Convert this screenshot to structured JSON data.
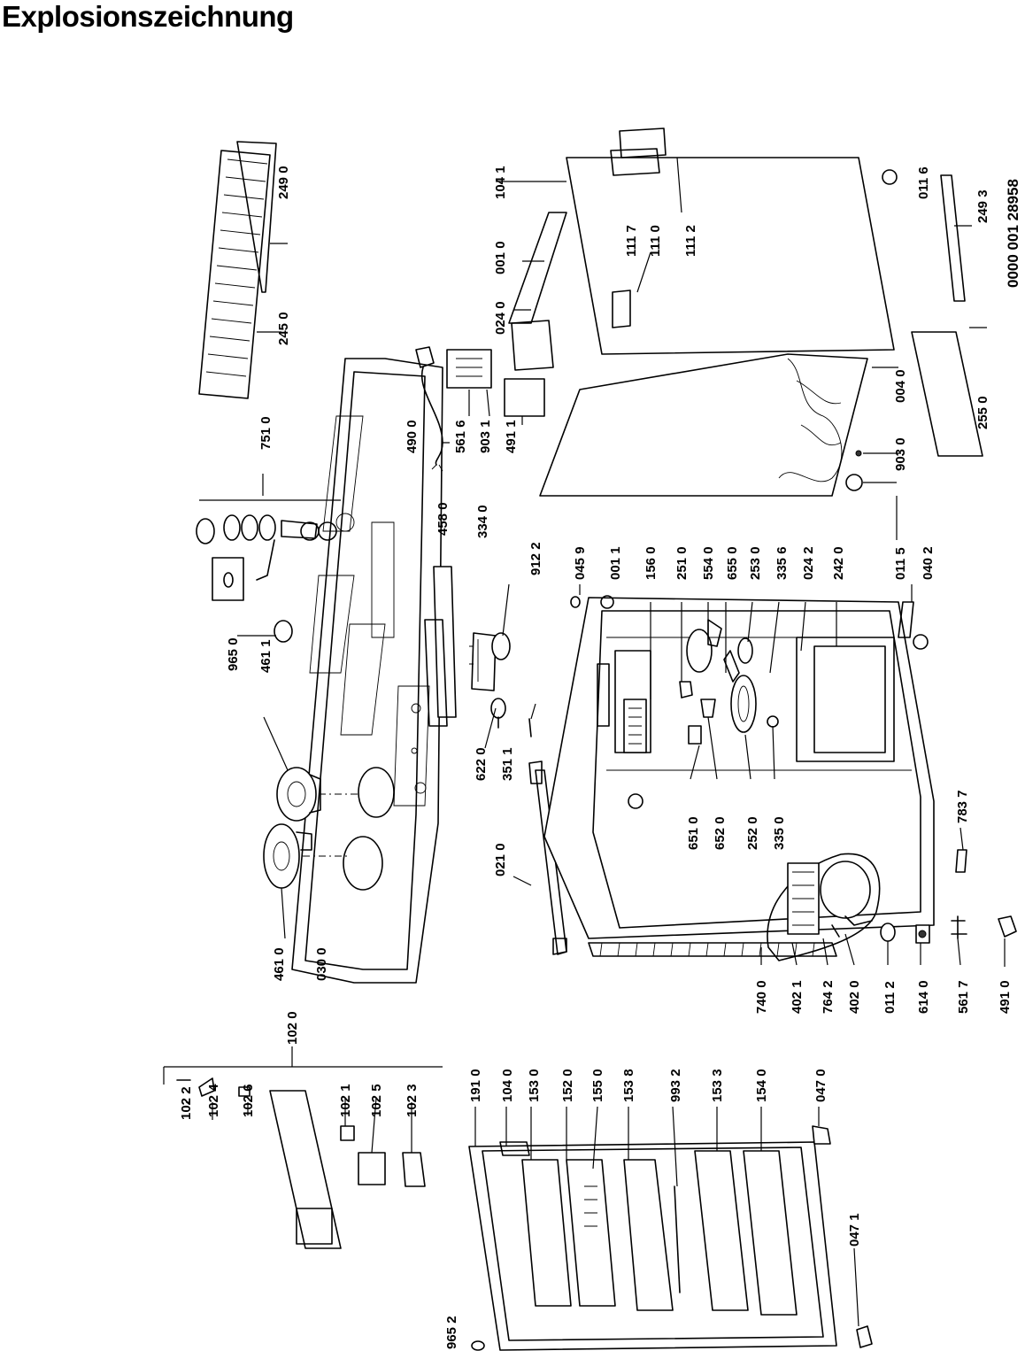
{
  "title": "Explosionszeichnung",
  "document_number": "0000 001 28958",
  "part_labels": {
    "p0011": "001 1",
    "p0010": "001 0",
    "p0040": "004 0",
    "p0112": "011 2",
    "p0115": "011 5",
    "p0116": "011 6",
    "p0210": "021 0",
    "p0240": "024 0",
    "p0242": "024 2",
    "p0300": "030 0",
    "p0402": "040 2",
    "p0459": "045 9",
    "p0470": "047 0",
    "p0471": "047 1",
    "p1020": "102 0",
    "p1021": "102 1",
    "p1022": "102 2",
    "p1023": "102 3",
    "p1024": "102 4",
    "p1025": "102 5",
    "p1026": "102 6",
    "p1040": "104 0",
    "p1041": "104 1",
    "p1110": "111 0",
    "p1112": "111 2",
    "p1117": "111 7",
    "p1520": "152 0",
    "p1530": "153 0",
    "p1533": "153 3",
    "p1538": "153 8",
    "p1540": "154 0",
    "p1550": "155 0",
    "p1560": "156 0",
    "p1910": "191 0",
    "p2420": "242 0",
    "p2450": "245 0",
    "p2490": "249 0",
    "p2493": "249 3",
    "p2510": "251 0",
    "p2520": "252 0",
    "p2530": "253 0",
    "p2550": "255 0",
    "p3340": "334 0",
    "p3350": "335 0",
    "p3356": "335 6",
    "p3511": "351 1",
    "p4020": "402 0",
    "p4021": "402 1",
    "p4580": "458 0",
    "p4610": "461 0",
    "p4611": "461 1",
    "p4900": "490 0",
    "p4910": "491 0",
    "p4911": "491 1",
    "p5540": "554 0",
    "p5616": "561 6",
    "p5617": "561 7",
    "p6140": "614 0",
    "p6220": "622 0",
    "p6510": "651 0",
    "p6520": "652 0",
    "p6550": "655 0",
    "p7400": "740 0",
    "p7510": "751 0",
    "p7642": "764 2",
    "p7837": "783 7",
    "p9031": "903 1",
    "p9030": "903 0",
    "p9122": "912 2",
    "p9650": "965 0",
    "p9652": "965 2",
    "p9932": "993 2"
  }
}
